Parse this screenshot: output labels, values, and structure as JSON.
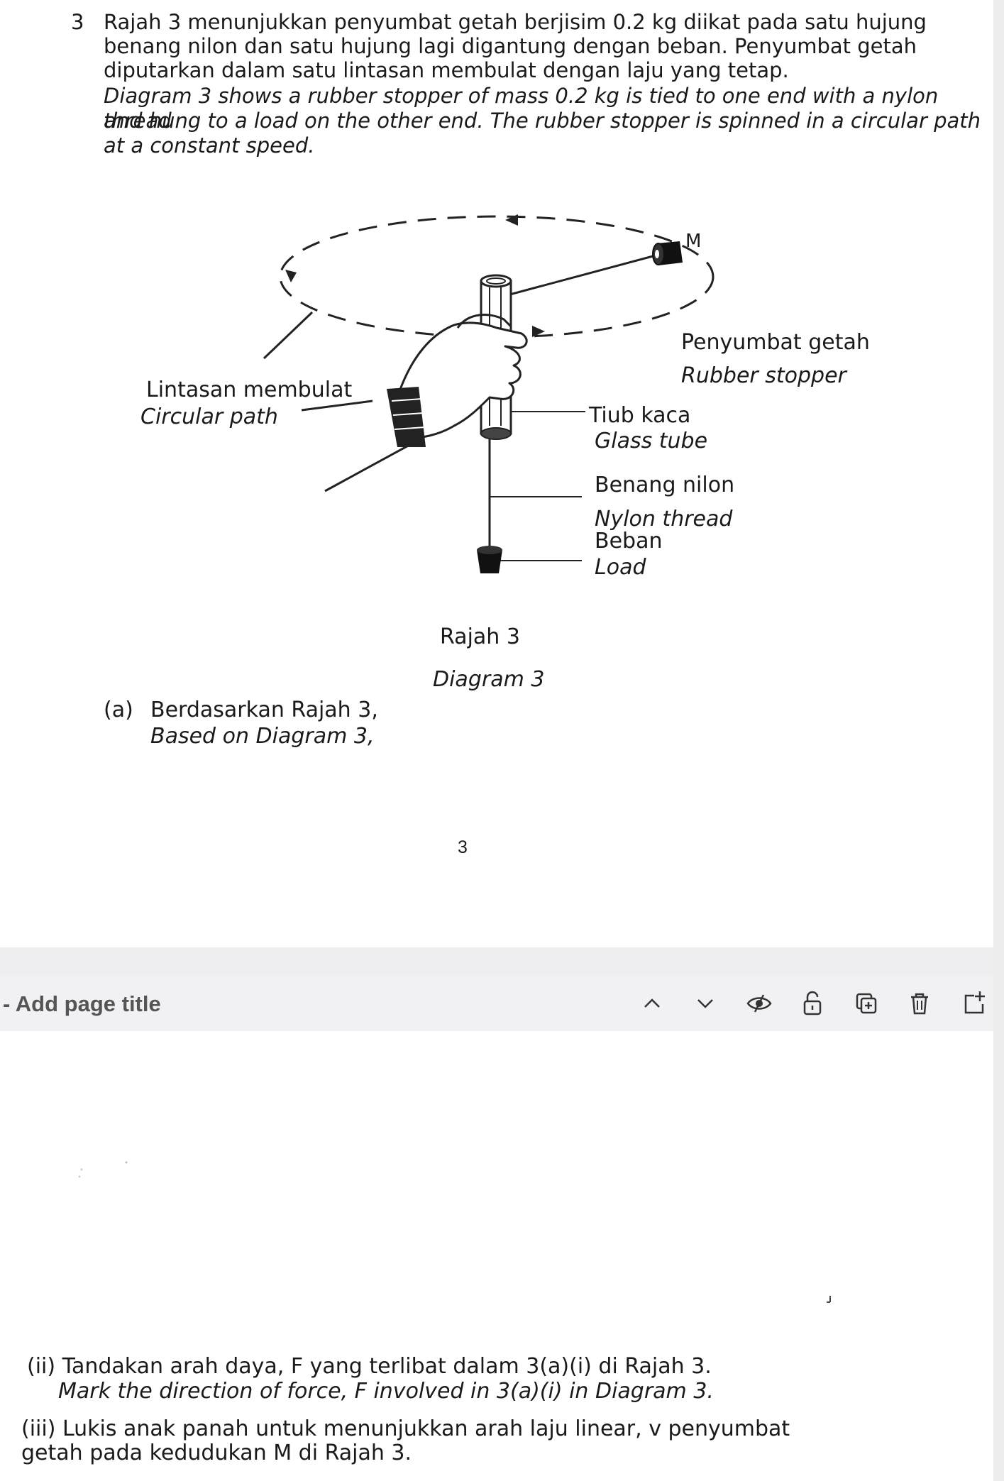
{
  "question": {
    "number": "3",
    "malay": [
      "Rajah 3 menunjukkan penyumbat getah berjisim 0.2 kg diikat pada satu hujung",
      "benang nilon dan satu hujung lagi digantung dengan beban. Penyumbat getah",
      "diputarkan dalam satu lintasan membulat dengan laju yang tetap."
    ],
    "english": [
      "Diagram 3 shows a rubber stopper of mass 0.2 kg is tied to one end with a nylon thread",
      "and hung to a load on the other end. The rubber stopper is spinned in a circular path",
      "at a constant speed."
    ]
  },
  "diagram": {
    "marker_m": "M",
    "labels": {
      "stopper_ms": "Penyumbat getah",
      "stopper_en": "Rubber stopper",
      "path_ms": "Lintasan membulat",
      "path_en": "Circular path",
      "tube_ms": "Tiub kaca",
      "tube_en": "Glass tube",
      "thread_ms": "Benang nilon",
      "thread_en": "Nylon thread",
      "load_ms": "Beban",
      "load_en": "Load"
    },
    "caption_ms": "Rajah 3",
    "caption_en": "Diagram 3"
  },
  "part_a": {
    "label": "(a)",
    "malay": "Berdasarkan Rajah 3,",
    "english": "Based on Diagram 3,"
  },
  "page_number": "3",
  "toolbar": {
    "title": "- Add page title",
    "icons": [
      "chevron-up-icon",
      "chevron-down-icon",
      "eye-hidden-icon",
      "lock-icon",
      "duplicate-icon",
      "trash-icon",
      "add-page-icon"
    ]
  },
  "page2": {
    "q_ii_malay": "(ii) Tandakan arah daya, F yang terlibat dalam 3(a)(i) di Rajah 3.",
    "q_ii_english": "Mark the direction of force, F involved in 3(a)(i) in Diagram 3.",
    "q_iii_line1": "(iii) Lukis anak panah untuk menunjukkan arah laju linear, v penyumbat",
    "q_iii_line2": "getah pada kedudukan M di Rajah 3."
  }
}
